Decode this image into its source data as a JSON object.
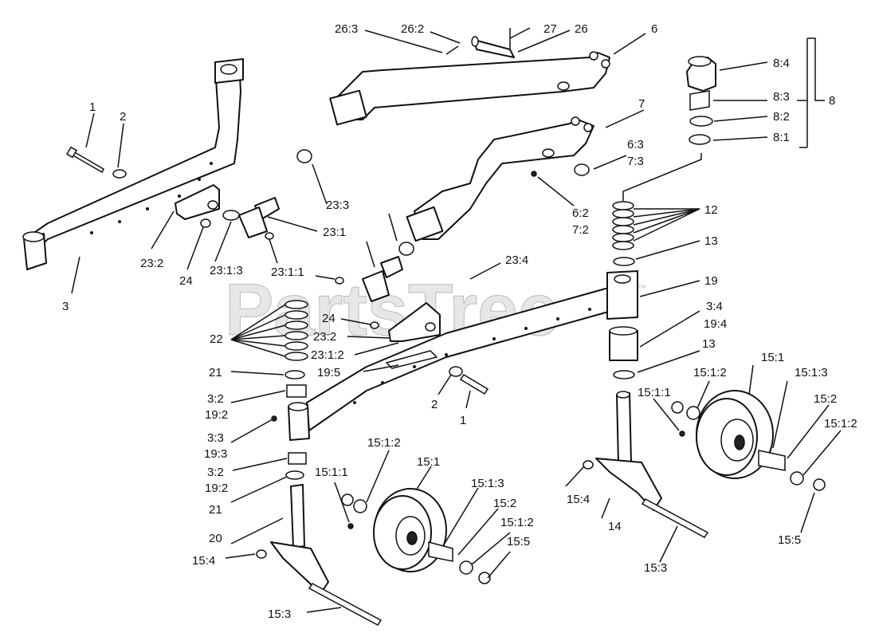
{
  "watermark": {
    "text": "PartsTree",
    "trademark": "™"
  },
  "callouts": {
    "c_26_3": "26:3",
    "c_26_2": "26:2",
    "c_27": "27",
    "c_26": "26",
    "c_6": "6",
    "c_8_4": "8:4",
    "c_8_3": "8:3",
    "c_8_2": "8:2",
    "c_8_1": "8:1",
    "c_8": "8",
    "c_1_top": "1",
    "c_2_top": "2",
    "c_7": "7",
    "c_6_3": "6:3",
    "c_7_3": "7:3",
    "c_23_3": "23:3",
    "c_23_1": "23:1",
    "c_6_2": "6:2",
    "c_7_2": "7:2",
    "c_12": "12",
    "c_23_2_top": "23:2",
    "c_24_top": "24",
    "c_23_1_3": "23:1:3",
    "c_23_1_1": "23:1:1",
    "c_13_top": "13",
    "c_3": "3",
    "c_23_4": "23:4",
    "c_19": "19",
    "c_22": "22",
    "c_24_mid": "24",
    "c_23_2_mid": "23:2",
    "c_23_1_2": "23:1:2",
    "c_3_4": "3:4",
    "c_19_4": "19:4",
    "c_13_mid": "13",
    "c_21_top": "21",
    "c_19_5": "19:5",
    "c_15_1_right": "15:1",
    "c_15_1_2_right_a": "15:1:2",
    "c_15_1_3_right": "15:1:3",
    "c_15_1_1_right": "15:1:1",
    "c_15_2_right": "15:2",
    "c_15_1_2_right_b": "15:1:2",
    "c_3_2_top": "3:2",
    "c_19_2_top": "19:2",
    "c_2_mid": "2",
    "c_1_mid": "1",
    "c_3_3": "3:3",
    "c_19_3": "19:3",
    "c_3_2_bot": "3:2",
    "c_19_2_bot": "19:2",
    "c_21_bot": "21",
    "c_15_1_2_left_a": "15:1:2",
    "c_15_1_left": "15:1",
    "c_15_1_1_left": "15:1:1",
    "c_15_1_3_left": "15:1:3",
    "c_15_2_left": "15:2",
    "c_15_1_2_left_b": "15:1:2",
    "c_15_5_left": "15:5",
    "c_15_4_right": "15:4",
    "c_14": "14",
    "c_15_5_right": "15:5",
    "c_20": "20",
    "c_15_4_left": "15:4",
    "c_15_3_right": "15:3",
    "c_15_3_left": "15:3"
  }
}
